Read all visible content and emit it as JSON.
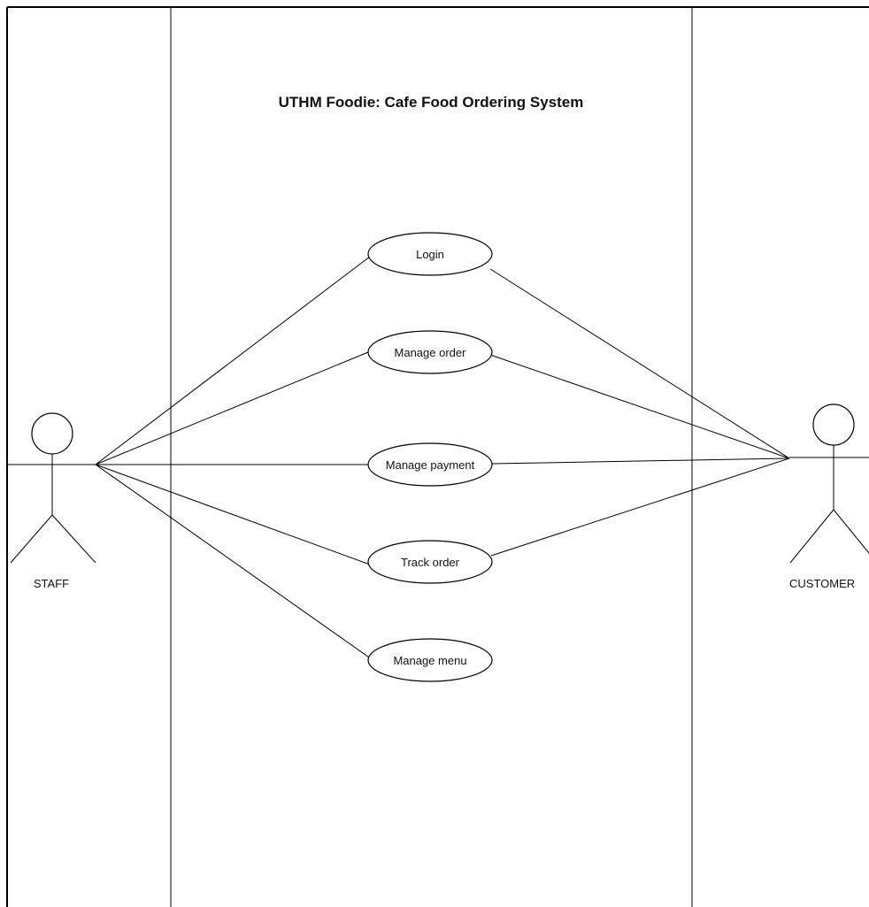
{
  "diagram": {
    "type": "uml-use-case",
    "title": "UTHM Foodie: Cafe Food Ordering System",
    "actors": [
      {
        "id": "staff",
        "label": "STAFF"
      },
      {
        "id": "customer",
        "label": "CUSTOMER"
      }
    ],
    "use_cases": [
      {
        "id": "login",
        "label": "Login"
      },
      {
        "id": "manage-order",
        "label": "Manage order"
      },
      {
        "id": "manage-payment",
        "label": "Manage payment"
      },
      {
        "id": "track-order",
        "label": "Track order"
      },
      {
        "id": "manage-menu",
        "label": "Manage menu"
      }
    ],
    "associations": [
      {
        "from": "staff",
        "to": "login"
      },
      {
        "from": "staff",
        "to": "manage-order"
      },
      {
        "from": "staff",
        "to": "manage-payment"
      },
      {
        "from": "staff",
        "to": "track-order"
      },
      {
        "from": "staff",
        "to": "manage-menu"
      },
      {
        "from": "customer",
        "to": "login"
      },
      {
        "from": "customer",
        "to": "manage-order"
      },
      {
        "from": "customer",
        "to": "manage-payment"
      },
      {
        "from": "customer",
        "to": "track-order"
      }
    ]
  }
}
